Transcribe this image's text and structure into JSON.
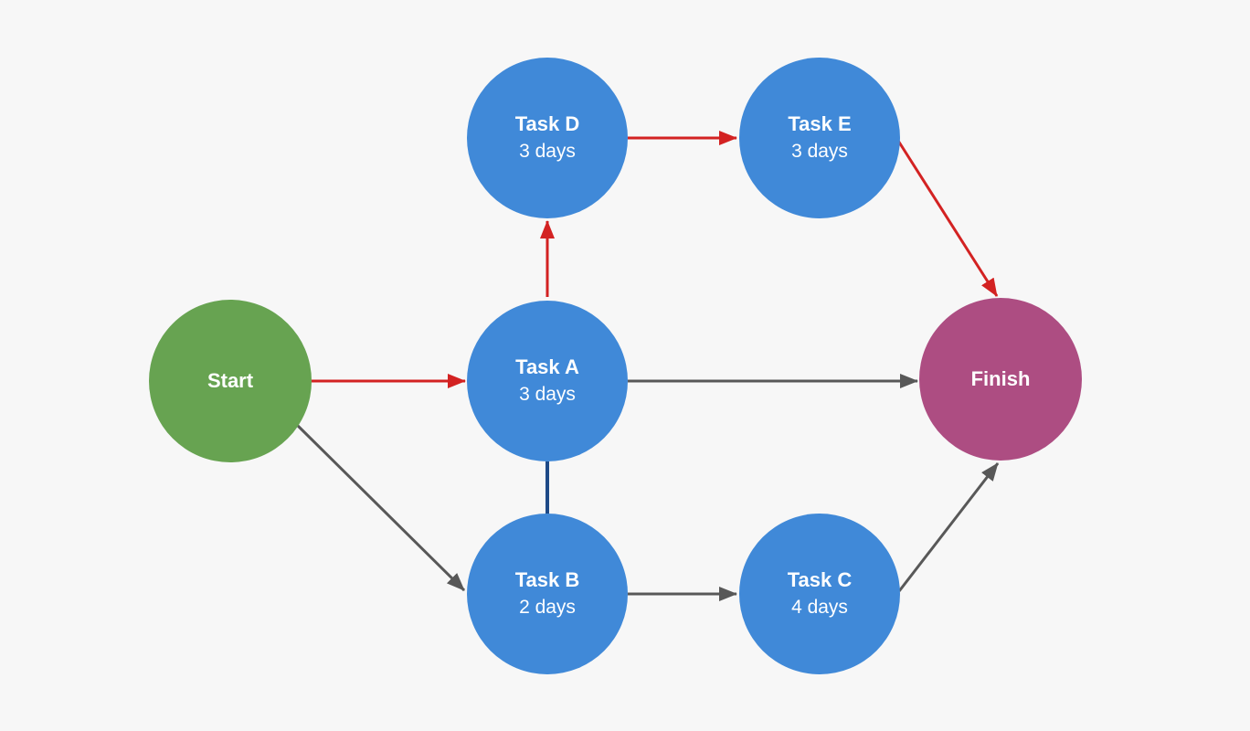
{
  "diagram": {
    "type": "project-network-diagram",
    "background": "#f7f7f7",
    "colors": {
      "task_node": "#4089d8",
      "start_node": "#67a351",
      "finish_node": "#ad4d82",
      "node_text": "#ffffff",
      "critical_edge": "#d32222",
      "normal_edge": "#585858",
      "link_edge": "#1e4a87"
    },
    "nodes": [
      {
        "id": "start",
        "label": "Start",
        "duration": "",
        "role": "start"
      },
      {
        "id": "taskA",
        "label": "Task A",
        "duration": "3 days",
        "role": "task"
      },
      {
        "id": "taskB",
        "label": "Task B",
        "duration": "2 days",
        "role": "task"
      },
      {
        "id": "taskC",
        "label": "Task C",
        "duration": "4 days",
        "role": "task"
      },
      {
        "id": "taskD",
        "label": "Task D",
        "duration": "3 days",
        "role": "task"
      },
      {
        "id": "taskE",
        "label": "Task E",
        "duration": "3 days",
        "role": "task"
      },
      {
        "id": "finish",
        "label": "Finish",
        "duration": "",
        "role": "finish"
      }
    ],
    "edges": [
      {
        "from": "start",
        "to": "taskA",
        "style": "critical",
        "arrow": true
      },
      {
        "from": "start",
        "to": "taskB",
        "style": "normal",
        "arrow": true
      },
      {
        "from": "taskA",
        "to": "taskD",
        "style": "critical",
        "arrow": true
      },
      {
        "from": "taskD",
        "to": "taskE",
        "style": "critical",
        "arrow": true
      },
      {
        "from": "taskE",
        "to": "finish",
        "style": "critical",
        "arrow": true
      },
      {
        "from": "taskA",
        "to": "finish",
        "style": "normal",
        "arrow": true
      },
      {
        "from": "taskA",
        "to": "taskB",
        "style": "link",
        "arrow": false
      },
      {
        "from": "taskB",
        "to": "taskC",
        "style": "normal",
        "arrow": true
      },
      {
        "from": "taskC",
        "to": "finish",
        "style": "normal",
        "arrow": true
      }
    ]
  }
}
